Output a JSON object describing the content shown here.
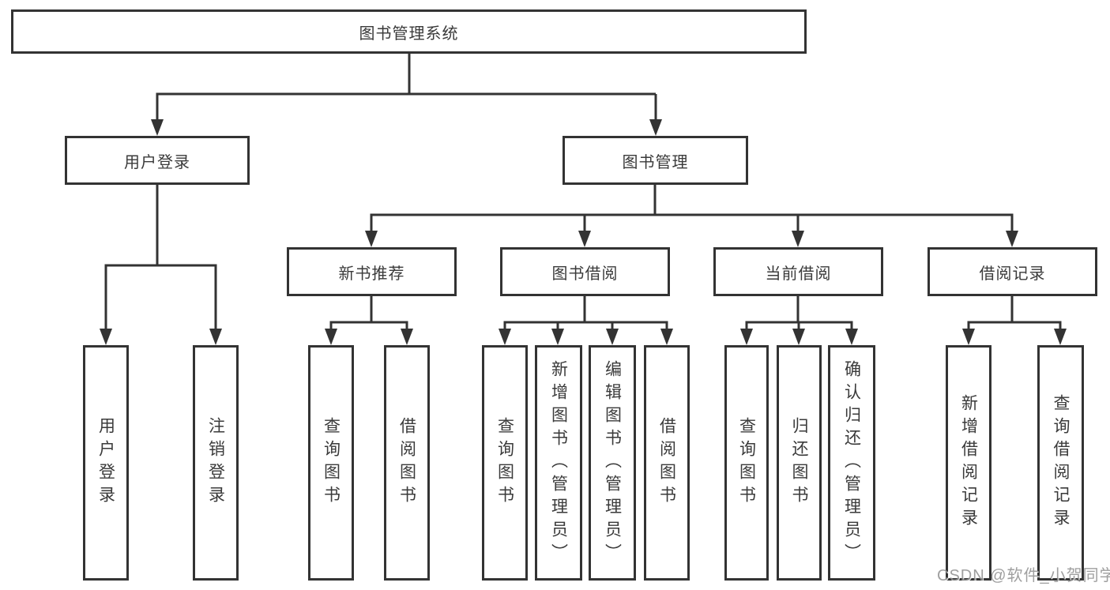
{
  "diagram": {
    "root": {
      "label": "图书管理系统"
    },
    "branches": [
      {
        "label": "用户登录",
        "children": [
          {
            "label": "用户登录"
          },
          {
            "label": "注销登录"
          }
        ]
      },
      {
        "label": "图书管理",
        "groups": [
          {
            "label": "新书推荐",
            "children": [
              {
                "label": "查询图书"
              },
              {
                "label": "借阅图书"
              }
            ]
          },
          {
            "label": "图书借阅",
            "children": [
              {
                "label": "查询图书"
              },
              {
                "label": "新增图书（管理员）"
              },
              {
                "label": "编辑图书（管理员）"
              },
              {
                "label": "借阅图书"
              }
            ]
          },
          {
            "label": "当前借阅",
            "children": [
              {
                "label": "查询图书"
              },
              {
                "label": "归还图书"
              },
              {
                "label": "确认归还（管理员）"
              }
            ]
          },
          {
            "label": "借阅记录",
            "children": [
              {
                "label": "新增借阅记录"
              },
              {
                "label": "查询借阅记录"
              }
            ]
          }
        ]
      }
    ]
  },
  "watermark": {
    "text": "CSDN @软件_小贺同学"
  },
  "colors": {
    "line": "#333333",
    "box_border": "#333333",
    "box_fill": "#ffffff",
    "text": "#3a3a3a",
    "watermark": "#8f8f8f",
    "background": "#ffffff"
  }
}
